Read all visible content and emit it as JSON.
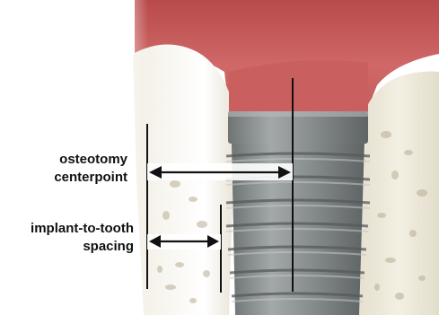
{
  "labels": {
    "osteotomy": {
      "line1": "osteotomy",
      "line2": "centerpoint"
    },
    "spacing": {
      "line1": "implant-to-tooth",
      "line2": "spacing"
    }
  },
  "colors": {
    "gum": "#c85a5a",
    "gum_dark": "#a84445",
    "bone": "#ece7d6",
    "implant": "#8e9394",
    "arrow_fill": "#ffffff",
    "line": "#111111"
  }
}
